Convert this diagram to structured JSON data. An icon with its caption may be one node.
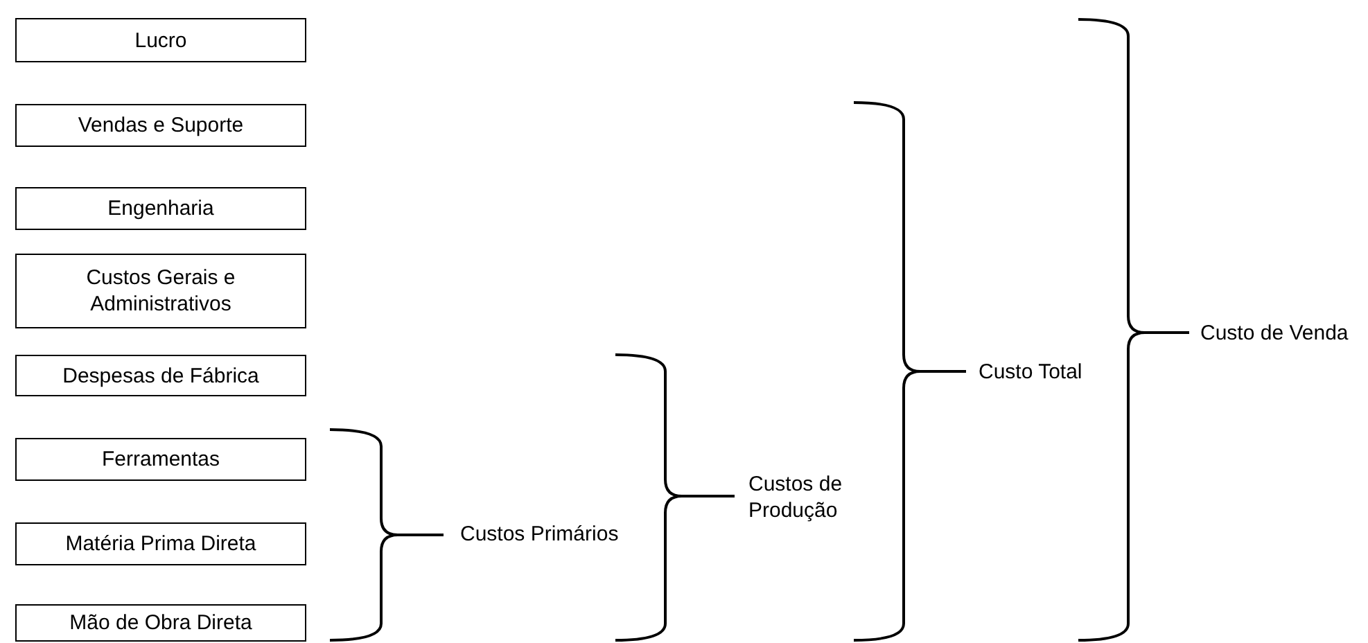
{
  "diagram": {
    "nodes": [
      {
        "text": [
          "Lucro"
        ]
      },
      {
        "text": [
          "Vendas e Suporte"
        ]
      },
      {
        "text": [
          "Engenharia"
        ]
      },
      {
        "text": [
          "Custos Gerais e Administrativos"
        ]
      },
      {
        "text": [
          "Despesas de Fábrica"
        ]
      },
      {
        "text": [
          "Ferramentas"
        ]
      },
      {
        "text": [
          "Matéria Prima Direta"
        ]
      },
      {
        "text": [
          "Mão de Obra Direta"
        ]
      }
    ],
    "labels": [
      "Custos Primários",
      "Custos de Produção",
      "Custo Total",
      "Custo de Venda"
    ]
  }
}
